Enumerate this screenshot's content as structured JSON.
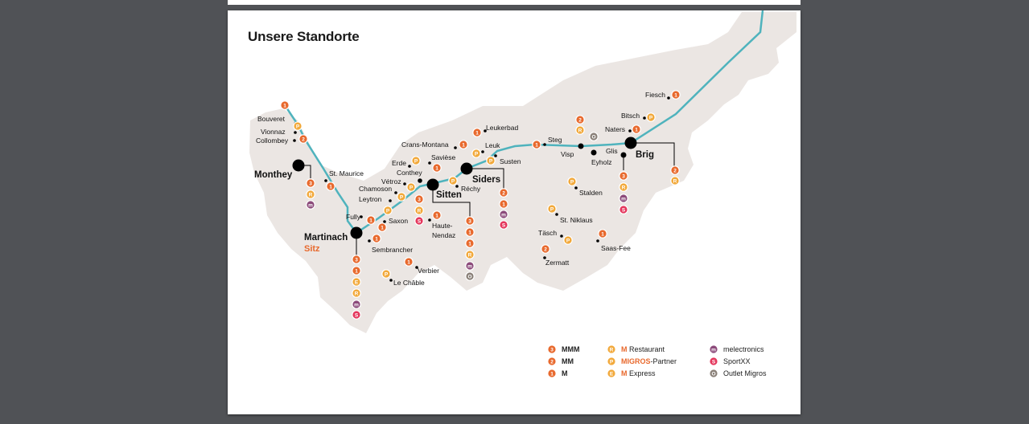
{
  "title": "Unsere Standorte",
  "colors": {
    "background": "#505256",
    "card": "#ffffff",
    "region": "#ebe6e3",
    "route": "#4fb3bd",
    "mmm": "#e8692d",
    "partner": "#f2a93b",
    "melectronics": "#8b4a7a",
    "sportxx": "#e4365c",
    "outlet": "#8a8078",
    "hub": "#000000"
  },
  "hubs": [
    {
      "name": "Monthey"
    },
    {
      "name": "Martinach"
    },
    {
      "name": "Sitten"
    },
    {
      "name": "Siders"
    },
    {
      "name": "Brig"
    }
  ],
  "hq_label": "Sitz",
  "places": [
    "Bouveret",
    "Vionnaz",
    "Collombey",
    "St. Maurice",
    "Fully",
    "Saxon",
    "Sembrancher",
    "Verbier",
    "Le Châble",
    "Leytron",
    "Chamoson",
    "Vétroz",
    "Conthey",
    "Erde",
    "Savièse",
    "Crans-Montana",
    "Leukerbad",
    "Leuk",
    "Susten",
    "Réchy",
    "Haute-Nendaz",
    "Steg",
    "Visp",
    "Eyholz",
    "Glis",
    "Naters",
    "Bitsch",
    "Fiesch",
    "Stalden",
    "St. Niklaus",
    "Täsch",
    "Zermatt",
    "Saas-Fee"
  ],
  "legend": [
    {
      "icon": "3",
      "type": "mmm",
      "label": "MMM"
    },
    {
      "icon": "2",
      "type": "mmm",
      "label": "MM"
    },
    {
      "icon": "1",
      "type": "mmm",
      "label": "M"
    },
    {
      "icon": "R",
      "type": "partner",
      "label_prefix": "M",
      "label": "Restaurant"
    },
    {
      "icon": "P",
      "type": "partner",
      "label_prefix": "MIGROS",
      "label": "-Partner"
    },
    {
      "icon": "E",
      "type": "partner",
      "label_prefix": "M",
      "label": "Express"
    },
    {
      "icon": "m",
      "type": "melectronics",
      "label": "melectronics"
    },
    {
      "icon": "S",
      "type": "sportxx",
      "label": "SportXX"
    },
    {
      "icon": "O",
      "type": "outlet",
      "label": "Outlet Migros"
    }
  ]
}
